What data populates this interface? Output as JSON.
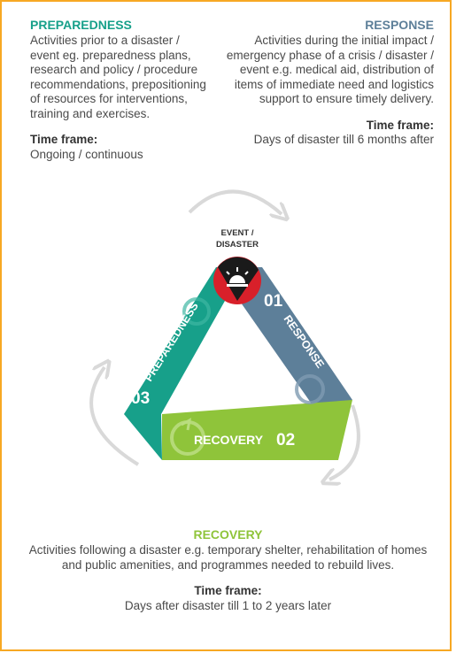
{
  "preparedness": {
    "heading": "PREPAREDNESS",
    "description": "Activities prior to a disaster / event eg. preparedness plans, research and policy / procedure recommendations, prepositioning of resources for interventions, training and exercises.",
    "timeframe_label": "Time frame:",
    "timeframe_value": "Ongoing / continuous"
  },
  "response": {
    "heading": "RESPONSE",
    "description": "Activities during the initial impact / emergency phase of a crisis / disaster / event e.g. medical aid, distribution of items of immediate need and logistics support to ensure timely delivery.",
    "timeframe_label": "Time frame:",
    "timeframe_value": "Days of disaster till 6 months after"
  },
  "recovery": {
    "heading": "RECOVERY",
    "description": "Activities following a disaster e.g. temporary shelter, rehabilitation of homes and public amenities, and programmes needed to rebuild lives.",
    "timeframe_label": "Time frame:",
    "timeframe_value": "Days after disaster till 1 to 2 years later"
  },
  "diagram": {
    "event_label_line1": "EVENT /",
    "event_label_line2": "DISASTER",
    "response_num": "01",
    "response_label": "RESPONSE",
    "recovery_num": "02",
    "recovery_label": "RECOVERY",
    "preparedness_num": "03",
    "preparedness_label": "PREPAREDNESS"
  },
  "colors": {
    "border": "#f7a823",
    "preparedness": "#17a08a",
    "response": "#5d7f99",
    "recovery": "#8fc43a",
    "event_ring": "#d8202a",
    "event_center": "#1a1a1a",
    "arrows": "#d9d9d9"
  },
  "icons": [
    "siren-icon",
    "refresh-icon"
  ]
}
